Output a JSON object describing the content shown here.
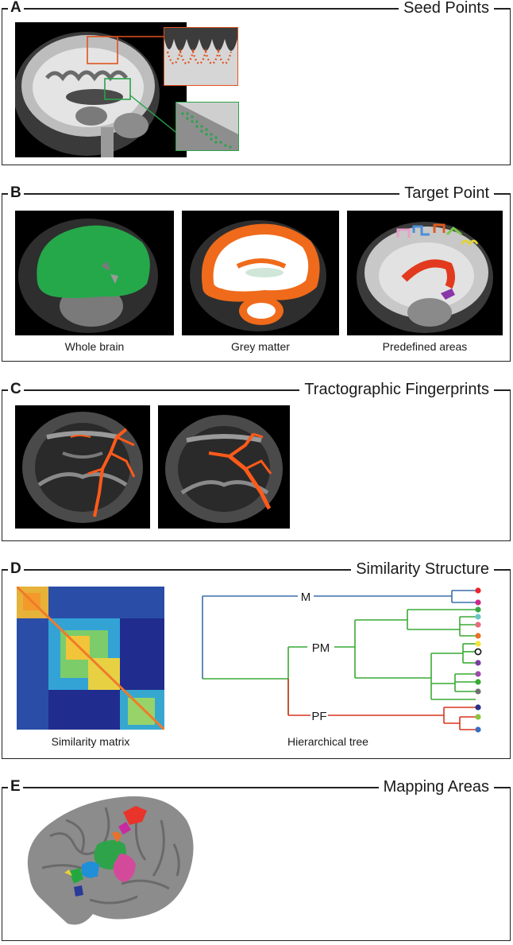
{
  "panels": [
    {
      "letter": "A",
      "title": "Seed Points"
    },
    {
      "letter": "B",
      "title": "Target Point",
      "captions": [
        "Whole brain",
        "Grey matter",
        "Predefined areas"
      ]
    },
    {
      "letter": "C",
      "title": "Tractographic Fingerprints"
    },
    {
      "letter": "D",
      "title": "Similarity Structure",
      "captions": [
        "Similarity matrix",
        "Hierarchical tree"
      ],
      "tree_labels": [
        "M",
        "PM",
        "PF"
      ]
    },
    {
      "letter": "E",
      "title": "Mapping Areas"
    }
  ],
  "colors": {
    "frame": "#222222",
    "seed_red": "#e2531f",
    "seed_green": "#2aa34a",
    "whole_brain_green": "#25a84a",
    "grey_matter_orange": "#ef6a1a",
    "tract_orange": "#ff5a1a",
    "tree_blue": "#3b6ea8",
    "tree_green": "#3aaa35",
    "tree_red": "#d9351f"
  },
  "leaf_colors": [
    "#e8252b",
    "#cc2a8a",
    "#3aa84a",
    "#6cc6c8",
    "#e86a7c",
    "#e9722a",
    "#f2e43a",
    "#ffffff",
    "#7b3fa0",
    "#9a4ea8",
    "#3aaa35",
    "#707070",
    "#2b2f8a",
    "#8ac43f",
    "#3b6ec0"
  ]
}
